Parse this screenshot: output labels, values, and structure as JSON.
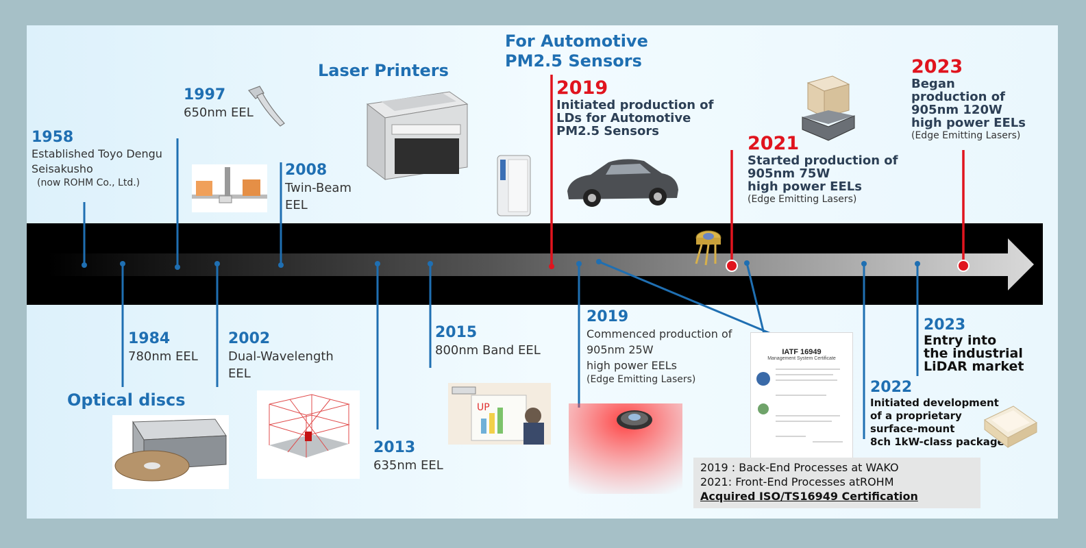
{
  "colors": {
    "blue": "#1f6fb2",
    "red": "#e0141e",
    "text": "#333333"
  },
  "events": [
    {
      "key": "e1958",
      "year": "1958",
      "desc": "Established Toyo Dengu\nSeisakusho",
      "note": "(now ROHM Co., Ltd.)",
      "color": "blue",
      "style": ""
    },
    {
      "key": "e1997",
      "year": "1997",
      "desc": "650nm EEL",
      "note": "",
      "color": "blue",
      "style": ""
    },
    {
      "key": "e2008",
      "year": "2008",
      "desc": "Twin-Beam\nEEL",
      "note": "",
      "color": "blue",
      "style": ""
    },
    {
      "key": "e2019a",
      "year": "2019",
      "desc": "Initiated production of\nLDs for Automotive\nPM2.5 Sensors",
      "note": "",
      "color": "red",
      "style": "bold"
    },
    {
      "key": "e2021",
      "year": "2021",
      "desc": "Started production of\n905nm 75W\nhigh power EELs",
      "note": "(Edge Emitting Lasers)",
      "color": "red",
      "style": "bold"
    },
    {
      "key": "e2023a",
      "year": "2023",
      "desc": "Began\nproduction of\n905nm 120W\nhigh power EELs",
      "note": "(Edge Emitting Lasers)",
      "color": "red",
      "style": "bold"
    },
    {
      "key": "e1984",
      "year": "1984",
      "desc": "780nm EEL",
      "note": "",
      "color": "blue",
      "style": ""
    },
    {
      "key": "e2002",
      "year": "2002",
      "desc": "Dual-Wavelength\nEEL",
      "note": "",
      "color": "blue",
      "style": ""
    },
    {
      "key": "e2015",
      "year": "2015",
      "desc": "800nm Band EEL",
      "note": "",
      "color": "blue",
      "style": ""
    },
    {
      "key": "e2013",
      "year": "2013",
      "desc": "635nm EEL",
      "note": "",
      "color": "blue",
      "style": ""
    },
    {
      "key": "e2019b",
      "year": "2019",
      "desc": "Commenced production of\n905nm 25W\nhigh power EELs",
      "note": "(Edge Emitting Lasers)",
      "color": "blue",
      "style": ""
    },
    {
      "key": "e2023b",
      "year": "2023",
      "desc": "Entry into\nthe industrial\nLiDAR market",
      "note": "",
      "color": "blue",
      "style": "blk"
    },
    {
      "key": "e2022",
      "year": "2022",
      "desc": "Initiated development\nof a proprietary\nsurface-mount\n8ch 1kW-class package",
      "note": "",
      "color": "blue",
      "style": "blk2"
    }
  ],
  "categories": {
    "laser_printers": "Laser Printers",
    "automotive": "For Automotive\nPM2.5 Sensors",
    "optical_discs": "Optical discs"
  },
  "certificate": {
    "title": "IATF 16949",
    "subtitle": "Management System Certificate"
  },
  "certification_note": {
    "line1": "2019 : Back-End Processes at WAKO",
    "line2": "2021: Front-End Processes atROHM",
    "line3": "Acquired ISO/TS16949 Certification"
  },
  "icons": [
    "barcode-scanner-icon",
    "laser-printer-icon",
    "air-purifier-icon",
    "car-icon",
    "laser-diode-icon",
    "agv-robot-icon",
    "optical-drive-icon",
    "laser-level-icon",
    "projector-icon",
    "robot-vacuum-icon",
    "smd-package-icon",
    "certificate-icon"
  ]
}
